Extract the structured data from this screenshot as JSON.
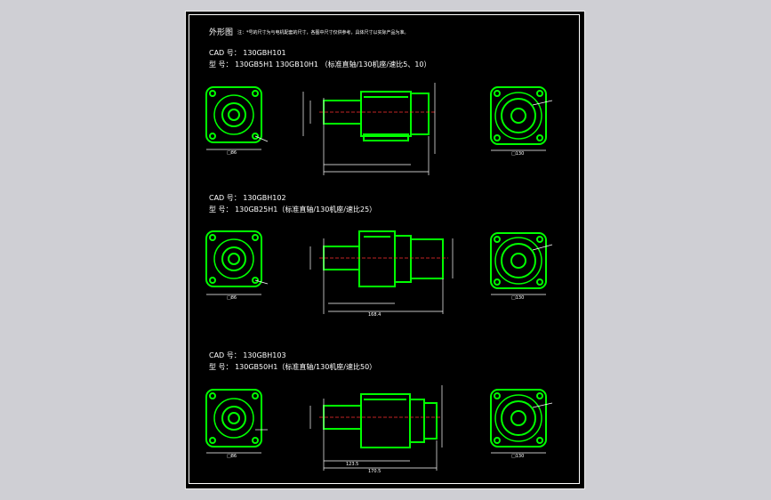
{
  "header": {
    "title": "外形图",
    "note": "注：*号的尺寸为与电机配套的尺寸，各图中尺寸仅供参考，具体尺寸以实际产品为准。"
  },
  "sections": [
    {
      "cad": "CAD 号： 130GBH101",
      "model": "型  号： 130GB5H1 130GB10H1 （标准直轴/130机座/速比5、10）"
    },
    {
      "cad": "CAD 号： 130GBH102",
      "model": "型  号： 130GB25H1（标准直轴/130机座/速比25）"
    },
    {
      "cad": "CAD 号： 130GBH103",
      "model": "型  号： 130GB50H1（标准直轴/130机座/速比50）"
    }
  ],
  "dims": {
    "d1": "□86",
    "d2": "□86",
    "d3": "□86",
    "r1": "□130",
    "r2": "□130",
    "r3": "□130",
    "L2": "168.4",
    "L3": "170.5",
    "L3b": "123.5"
  },
  "colors": {
    "outline": "#00ff00",
    "dim": "#ffffff",
    "center": "#ff3030",
    "bg": "#000000"
  }
}
